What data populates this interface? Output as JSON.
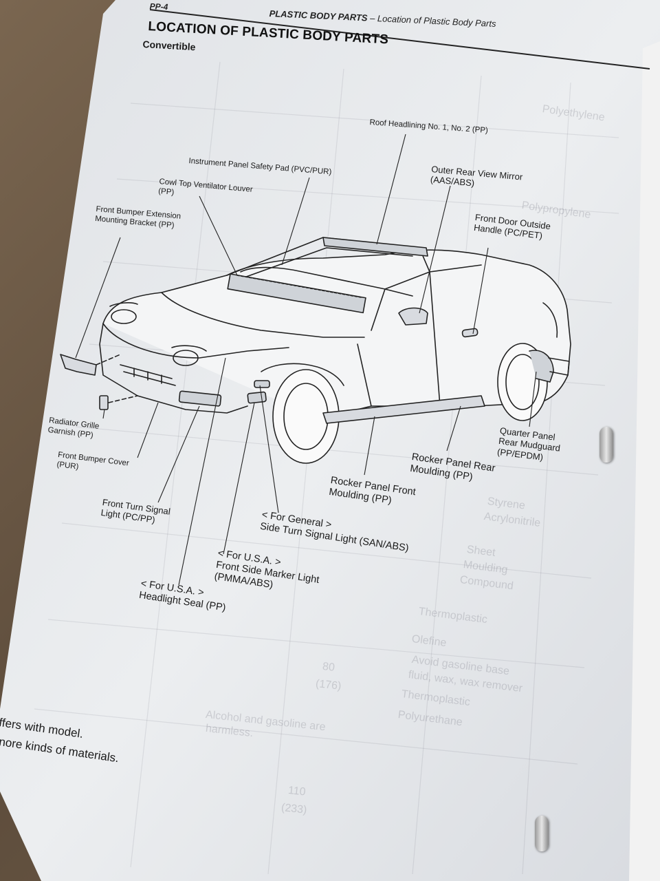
{
  "header": {
    "page_id": "PP-4",
    "section": "PLASTIC BODY PARTS",
    "separator": " – ",
    "subsection": "Location of Plastic Body Parts"
  },
  "title": "LOCATION OF PLASTIC BODY PARTS",
  "subtitle": "Convertible",
  "labels": {
    "roof_headlining": "Roof Headlining No. 1, No. 2 (PP)",
    "instrument_panel": "Instrument Panel Safety Pad (PVC/PUR)",
    "cowl_top": "Cowl Top Ventilator Louver\n(PP)",
    "outer_mirror": "Outer Rear View Mirror\n(AAS/ABS)",
    "front_bumper_ext": "Front Bumper Extension\nMounting Bracket (PP)",
    "door_handle": "Front Door Outside\nHandle (PC/PET)",
    "radiator_grille": "Radiator Grille\nGarnish (PP)",
    "front_bumper_cover": "Front Bumper Cover\n(PUR)",
    "quarter_panel": "Quarter Panel\nRear Mudguard\n(PP/EPDM)",
    "rocker_rear": "Rocker Panel Rear\nMoulding (PP)",
    "rocker_front": "Rocker Panel Front\nMoulding (PP)",
    "front_turn": "Front Turn Signal\nLight (PC/PP)",
    "side_turn": "< For General >\nSide Turn Signal Light (SAN/ABS)",
    "side_marker": "< For U.S.A. >\nFront Side Marker Light\n(PMMA/ABS)",
    "headlight_seal": "< For U.S.A. >\nHeadlight Seal (PP)"
  },
  "footnotes": {
    "line1": "ffers with model.",
    "line2": "nore kinds of materials."
  },
  "bleed_through": [
    "Alcohol and gasoline are",
    "harmless.",
    "80",
    "(176)",
    "110",
    "(233)",
    "Avoid gasoline base",
    "fluid, wax, wax remover",
    "Thermoplastic",
    "Polyurethane",
    "Olefine",
    "Thermoplastic",
    "Sheet",
    "Moulding",
    "Compound",
    "Styrene",
    "Acrylonitrile",
    "Polypropylene",
    "Polyethylene"
  ]
}
